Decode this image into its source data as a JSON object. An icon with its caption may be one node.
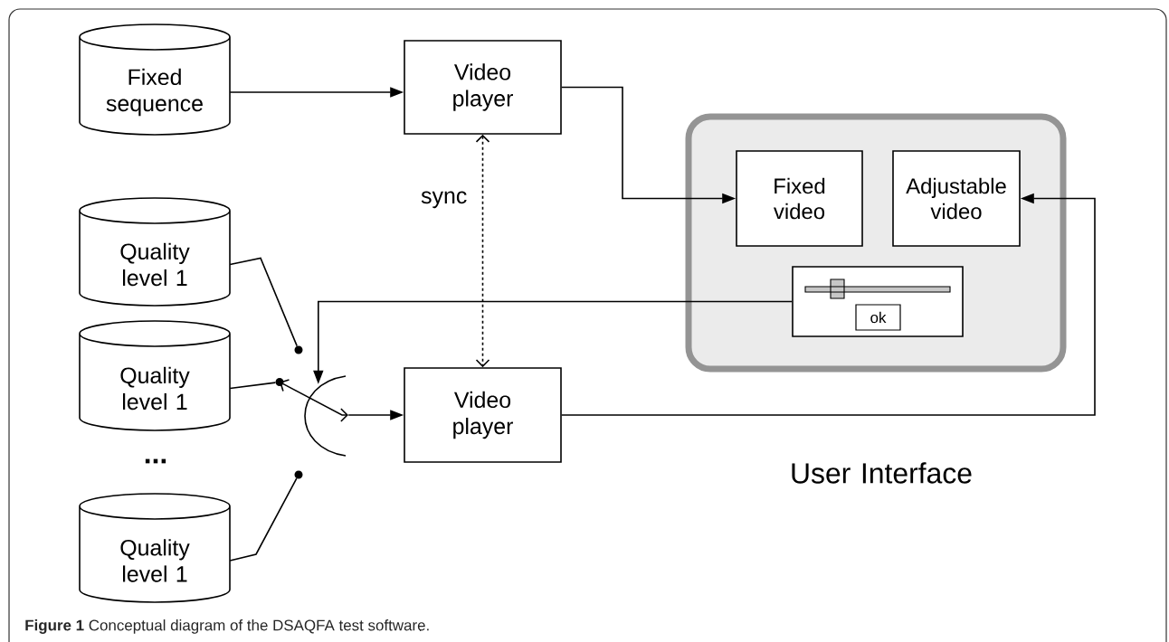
{
  "diagram": {
    "caption": "**Figure 1** Conceptual diagram of the DSAQFA test software.",
    "nodes": [
      {
        "text": [
          "Fixed sequence"
        ]
      },
      {
        "text": [
          "Video player"
        ]
      },
      {
        "text": [
          "User Interface"
        ]
      },
      {
        "text": [
          "Fixed video"
        ],
        "in": 2
      },
      {
        "text": [
          "Adjustable video"
        ],
        "in": 2
      },
      {
        "text": [],
        "shape": "box",
        "in": 2
      },
      {
        "text": [
          "ok"
        ],
        "in": 5
      },
      {
        "text": [
          "Quality level 1"
        ]
      },
      {
        "text": [
          "Quality level 1"
        ]
      },
      {
        "text": [
          "Quality level 1"
        ]
      },
      {
        "text": [],
        "shape": "switch"
      },
      {
        "text": [
          "Video player"
        ]
      },
      {
        "text": [],
        "shape": "circle"
      },
      {
        "text": [],
        "shape": "circle"
      },
      {
        "text": [],
        "shape": "circle"
      }
    ],
    "edges": [
      {
        "from": 0,
        "to": 1,
        "arrow": "to"
      },
      {
        "from": 1,
        "to": 3,
        "arrow": "to"
      },
      {
        "from": 1,
        "to": 11,
        "arrow": "both",
        "label": "sync",
        "style": "dashed"
      },
      {
        "from": 11,
        "to": 4,
        "arrow": "to"
      },
      {
        "from": 5,
        "to": 10,
        "arrow": "to"
      },
      {
        "from": 7,
        "to": 12,
        "arrow": "none"
      },
      {
        "from": 8,
        "to": 13,
        "arrow": "none"
      },
      {
        "from": 9,
        "to": 14,
        "arrow": "none"
      },
      {
        "from": 10,
        "to": 11,
        "arrow": "to"
      }
    ],
    "labels": [
      "..."
    ]
  }
}
